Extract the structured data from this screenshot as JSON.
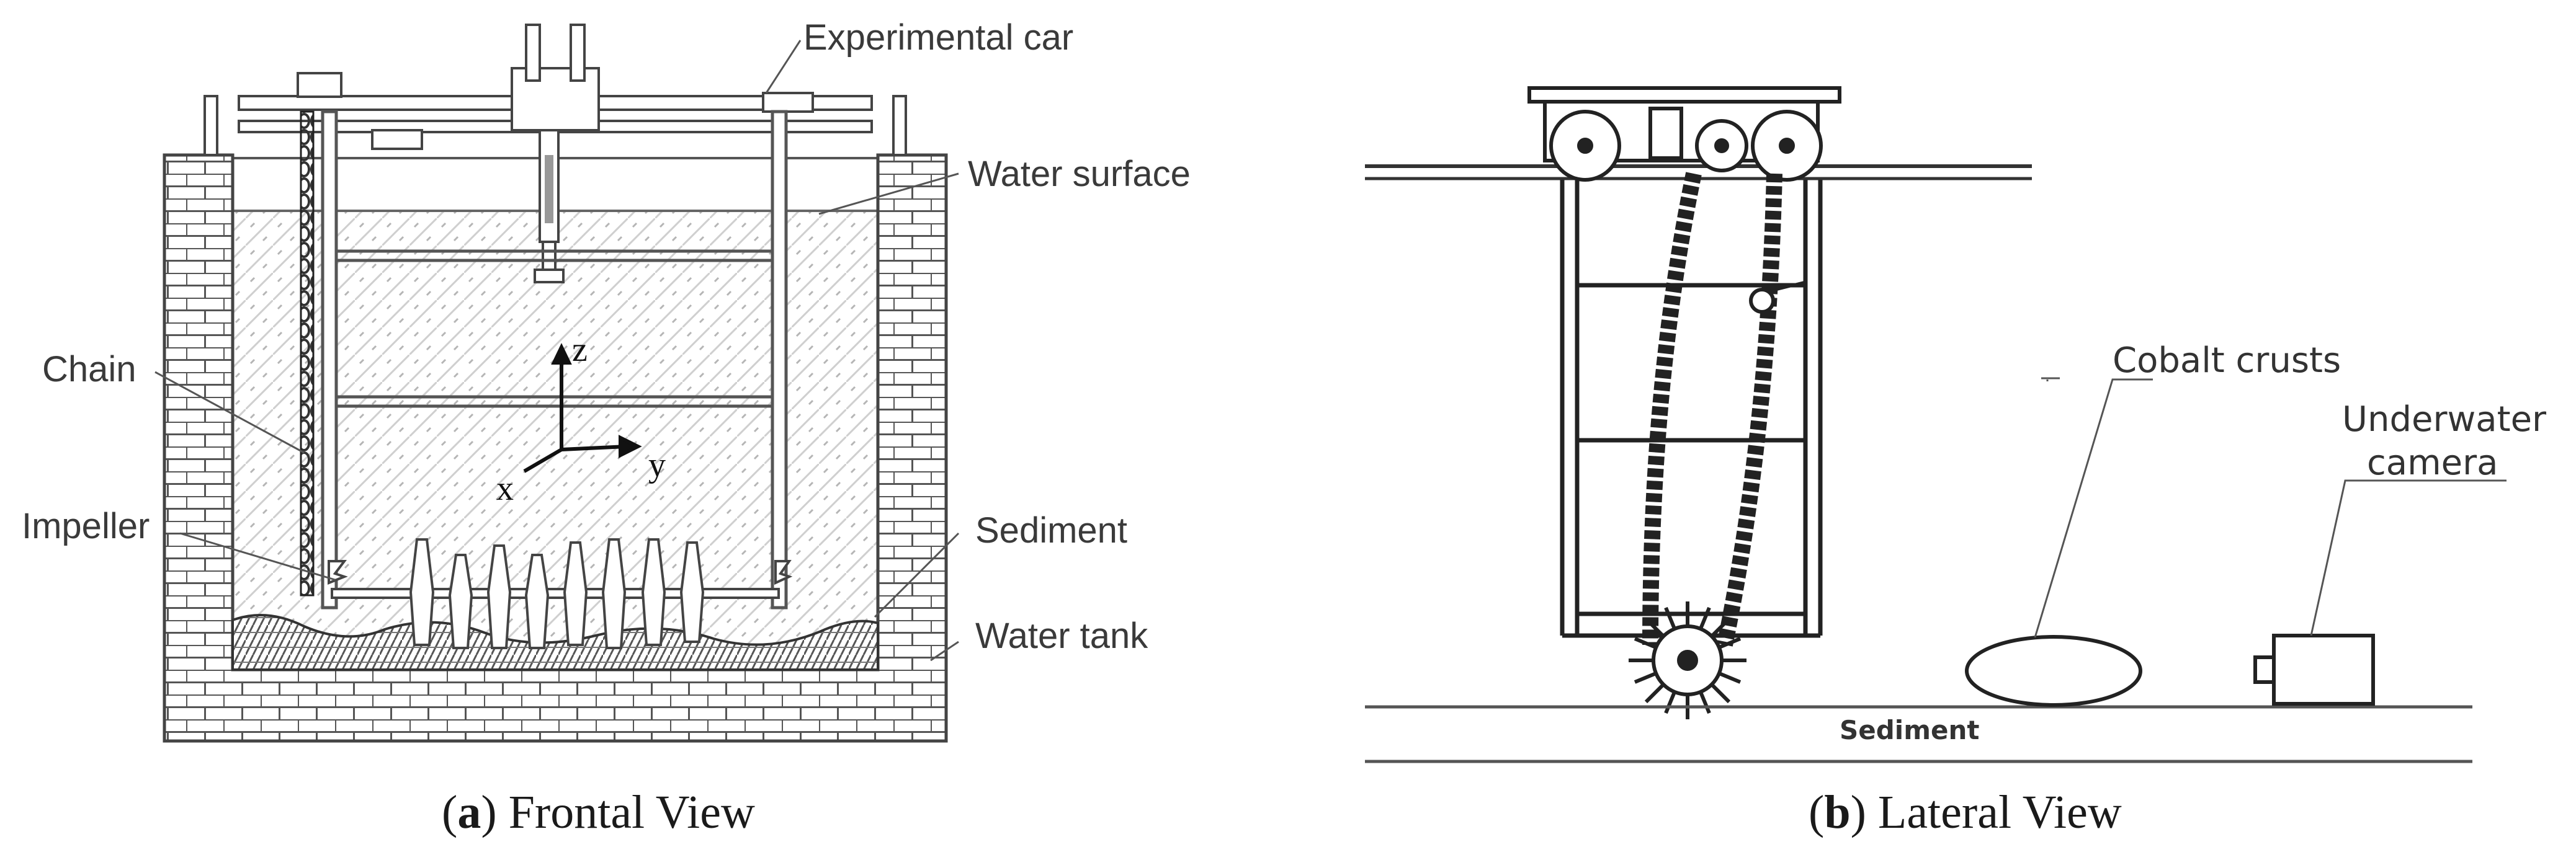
{
  "frontal": {
    "labels": {
      "car": "Experimental car",
      "water_surface": "Water surface",
      "chain": "Chain",
      "impeller": "Impeller",
      "sediment": "Sediment",
      "water_tank": "Water tank"
    },
    "axes": {
      "z": "z",
      "x": "x",
      "y": "y"
    },
    "caption": {
      "letter": "a",
      "text": ") Frontal View",
      "open": "("
    }
  },
  "lateral": {
    "labels": {
      "cobalt": "Cobalt crusts",
      "camera_line1": "Underwater",
      "camera_line2": "camera",
      "sediment": "Sediment"
    },
    "caption": {
      "letter": "b",
      "text": ") Lateral View",
      "open": "("
    }
  },
  "colors": {
    "ink": "#3c3c3c",
    "hatch": "#c2c2c2",
    "brick": "#4a4a4a"
  }
}
